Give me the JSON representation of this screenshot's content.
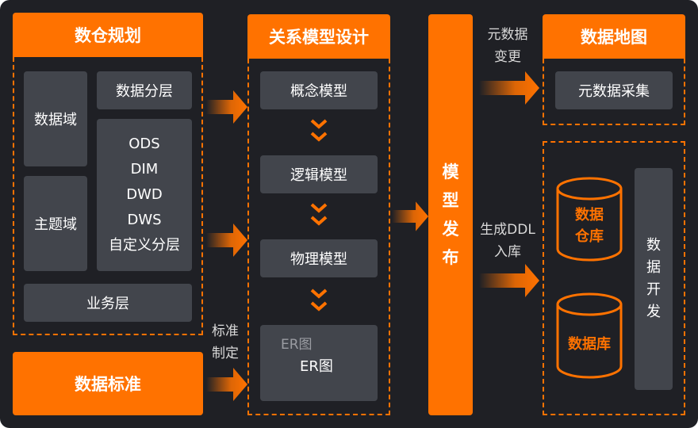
{
  "colors": {
    "background": "#1f2025",
    "accent": "#ff7200",
    "card": "#42454c",
    "text": "#ffffff",
    "muted_text": "#d9d9d9"
  },
  "planning": {
    "title": "数仓规划",
    "data_domain": "数据域",
    "subject_domain": "主题域",
    "data_layering": "数据分层",
    "layers": [
      "ODS",
      "DIM",
      "DWD",
      "DWS",
      "自定义分层"
    ],
    "business_layer": "业务层"
  },
  "standard": {
    "title": "数据标准",
    "arrow_label_1": "标准",
    "arrow_label_2": "制定"
  },
  "relational": {
    "title": "关系模型设计",
    "conceptual": "概念模型",
    "logical": "逻辑模型",
    "physical": "物理模型",
    "er_ghost": "ER图",
    "er": "ER图"
  },
  "publish": {
    "chars": [
      "模",
      "型",
      "发",
      "布"
    ]
  },
  "metadata_arrow": {
    "line1": "元数据",
    "line2": "变更"
  },
  "ddl_arrow": {
    "line1": "生成DDL",
    "line2": "入库"
  },
  "datamap": {
    "title": "数据地图",
    "collect": "元数据采集"
  },
  "storage": {
    "warehouse_line1": "数据",
    "warehouse_line2": "仓库",
    "database": "数据库",
    "dev_chars": [
      "数",
      "据",
      "开",
      "发"
    ]
  }
}
